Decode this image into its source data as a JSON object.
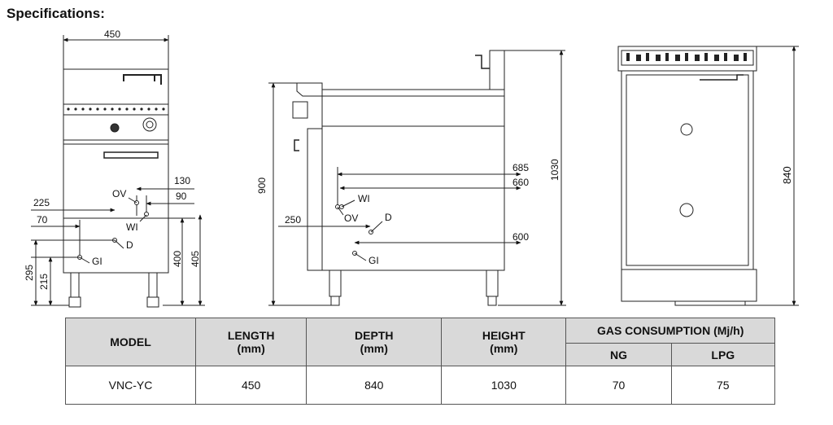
{
  "page": {
    "title": "Specifications:"
  },
  "drawing": {
    "front_view": {
      "width": "450",
      "d130": "130",
      "d90": "90",
      "d225": "225",
      "d70": "70",
      "h400": "400",
      "h405": "405",
      "h295": "295",
      "h215": "215",
      "labels": {
        "ov": "OV",
        "wi": "WI",
        "d": "D",
        "gi": "GI"
      }
    },
    "side_view": {
      "h900": "900",
      "h1030": "1030",
      "d685": "685",
      "d660": "660",
      "d600": "600",
      "d250": "250",
      "labels": {
        "wi": "WI",
        "ov": "OV",
        "d": "D",
        "gi": "GI"
      }
    },
    "top_view": {
      "depth": "840"
    }
  },
  "table": {
    "headers": {
      "model": "MODEL",
      "length": "LENGTH",
      "length_unit": "(mm)",
      "depth": "DEPTH",
      "depth_unit": "(mm)",
      "height": "HEIGHT",
      "height_unit": "(mm)",
      "gas": "GAS CONSUMPTION (Mj/h)",
      "ng": "NG",
      "lpg": "LPG"
    },
    "rows": [
      {
        "model": "VNC-YC",
        "length": "450",
        "depth": "840",
        "height": "1030",
        "ng": "70",
        "lpg": "75"
      }
    ]
  }
}
